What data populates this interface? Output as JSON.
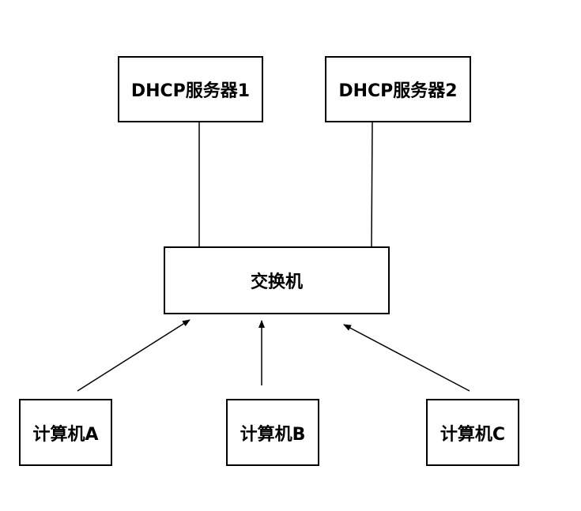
{
  "nodes": {
    "dhcp_server_1": "DHCP服务器1",
    "dhcp_server_2": "DHCP服务器2",
    "switch": "交换机",
    "computer_a": "计算机A",
    "computer_b": "计算机B",
    "computer_c": "计算机C"
  },
  "edges": [
    {
      "from": "dhcp_server_1",
      "to": "switch",
      "style": "line"
    },
    {
      "from": "dhcp_server_2",
      "to": "switch",
      "style": "line"
    },
    {
      "from": "computer_a",
      "to": "switch",
      "style": "arrow"
    },
    {
      "from": "computer_b",
      "to": "switch",
      "style": "arrow"
    },
    {
      "from": "computer_c",
      "to": "switch",
      "style": "arrow"
    }
  ],
  "colors": {
    "stroke": "#000000",
    "background": "#ffffff"
  }
}
